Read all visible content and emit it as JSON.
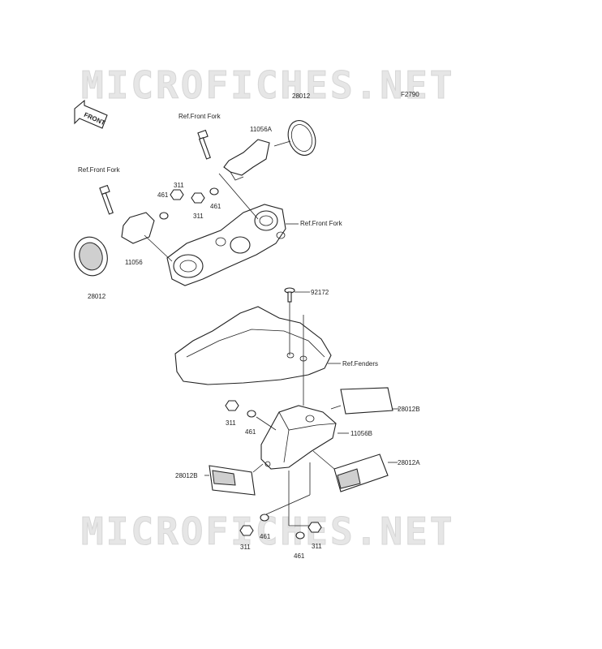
{
  "watermark": {
    "text": "MICROFICHES.NET"
  },
  "diagram_code": "F2790",
  "front_arrow": {
    "text": "FRONT"
  },
  "labels": {
    "ref_front_fork_top": "Ref.Front Fork",
    "ref_front_fork_left": "Ref.Front Fork",
    "ref_front_fork_right": "Ref.Front Fork",
    "ref_fenders": "Ref.Fenders",
    "p_28012_top": "28012",
    "p_11056A": "11056A",
    "p_311_a": "311",
    "p_461_a": "461",
    "p_311_b": "311",
    "p_461_b": "461",
    "p_11056": "11056",
    "p_28012_left": "28012",
    "p_92172": "92172",
    "p_28012B_right": "28012B",
    "p_311_c": "311",
    "p_461_c": "461",
    "p_11056B": "11056B",
    "p_28012B_left": "28012B",
    "p_28012A": "28012A",
    "p_461_d": "461",
    "p_311_d": "311",
    "p_461_e": "461",
    "p_311_e": "311"
  }
}
